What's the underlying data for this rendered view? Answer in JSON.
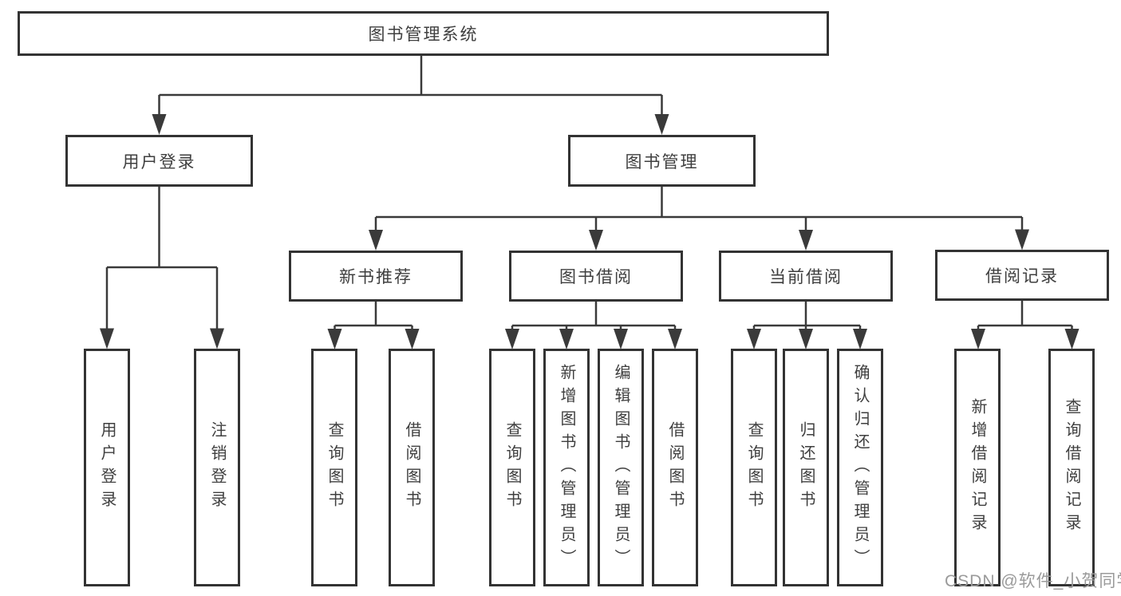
{
  "colors": {
    "line": "#3a3a3a",
    "box_border": "#333333",
    "box_fill": "#ffffff",
    "text": "#3f3f3f",
    "watermark": "#9a9a9a",
    "background": "#ffffff"
  },
  "watermark": "CSDN @软件_小贺同学",
  "tree": {
    "label": "图书管理系统",
    "children": [
      {
        "label": "用户登录",
        "children": [
          {
            "label": "用户登录"
          },
          {
            "label": "注销登录"
          }
        ]
      },
      {
        "label": "图书管理",
        "children": [
          {
            "label": "新书推荐",
            "children": [
              {
                "label": "查询图书"
              },
              {
                "label": "借阅图书"
              }
            ]
          },
          {
            "label": "图书借阅",
            "children": [
              {
                "label": "查询图书"
              },
              {
                "label": "新增图书（管理员）"
              },
              {
                "label": "编辑图书（管理员）"
              },
              {
                "label": "借阅图书"
              }
            ]
          },
          {
            "label": "当前借阅",
            "children": [
              {
                "label": "查询图书"
              },
              {
                "label": "归还图书"
              },
              {
                "label": "确认归还（管理员）"
              }
            ]
          },
          {
            "label": "借阅记录",
            "children": [
              {
                "label": "新增借阅记录"
              },
              {
                "label": "查询借阅记录"
              }
            ]
          }
        ]
      }
    ]
  }
}
